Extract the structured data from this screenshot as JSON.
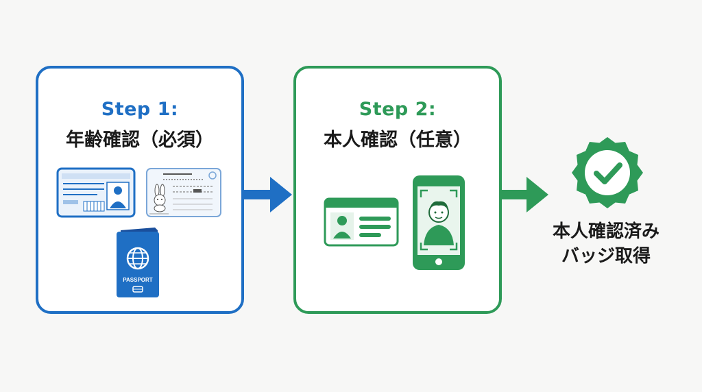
{
  "step1": {
    "heading": "Step 1:",
    "title": "年齢確認（必須）",
    "passport_label": "PASSPORT",
    "accent": "#1f6fc4"
  },
  "step2": {
    "heading": "Step 2:",
    "title": "本人確認（任意）",
    "accent": "#2e9a58"
  },
  "result": {
    "line1": "本人確認済み",
    "line2": "バッジ取得",
    "badge_icon": "check-badge-icon"
  }
}
